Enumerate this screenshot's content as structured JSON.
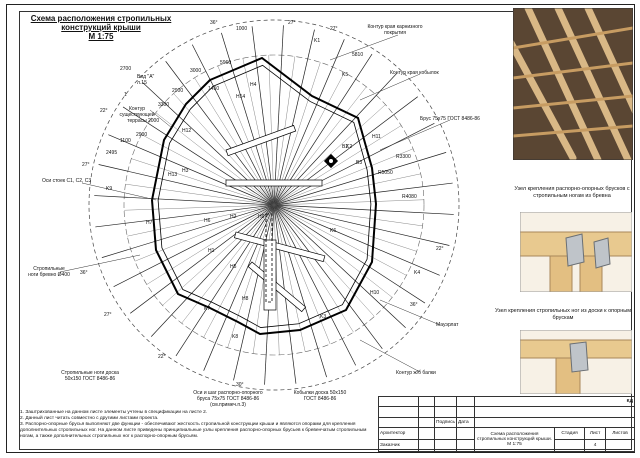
{
  "title": "Схема расположения стропильных конструкций крыши",
  "scale": "М 1:75",
  "callouts": {
    "view_a": "Вид \"А\"",
    "view_a_ref": "л.15",
    "roof_edge": "Контур края карнизного покрытия",
    "ridge_contour": "Контур края кобылок",
    "terrace_contour": "Контур существующей террасы",
    "beam": "Брус 75x75 ГОСТ 8486-86",
    "posts_axis": "Оси стоек С1, С2, С3",
    "rafter_legs": "Стропильные ноги бревно Ø400",
    "mauerlat": "Мауэрлат",
    "rafter_boards": "Стропильные ноги доска 50x150 ГОСТ 8486-86",
    "brace_axis": "Оси и шаг распорно-опорного бруса 75x75 ГОСТ 8486-86 (см.примеч.п.3)",
    "kobylki": "Кобылки доска 50x150 ГОСТ 8486-86",
    "beam_contour": "Контур ж/б балки",
    "r3300": "R3300",
    "r5050": "R5050",
    "r4080": "R4080"
  },
  "angles": [
    "36°",
    "22°",
    "27°",
    "36°",
    "27°",
    "22°",
    "30°",
    "36°",
    "22°",
    "27°",
    "27°"
  ],
  "dims": [
    "1000",
    "2700",
    "3000",
    "2900",
    "3300",
    "2000",
    "2900",
    "5960",
    "1100",
    "2495",
    "5810",
    "1450"
  ],
  "marks": [
    "K1",
    "K2",
    "K3",
    "K4",
    "K5",
    "K6",
    "K7",
    "K8",
    "K9",
    "H1",
    "H2",
    "H3",
    "H4",
    "H5",
    "H6",
    "H7",
    "H8",
    "H9",
    "H10",
    "H11",
    "H12",
    "H13",
    "H14",
    "B2",
    "B3",
    "1"
  ],
  "right": {
    "node1_caption": "Узел крепления распорно-опорных брусков с стропильным ногам из бревна",
    "node2_caption": "Узел крепления стропильных ног из доски к опорным брускам"
  },
  "notes": [
    "1. Заштрихованные на данном листе элементы учтены в спецификации на листе 2.",
    "2. Данный лист читать совместно с другими листами проекта.",
    "3. Распорно-опорные брусья выполняют две функции - обеспечивают жесткость стропильной конструкции крыши и являются опорами для крепления дополнительных стропильных ног. На данном листе приведены принципиальные узлы крепления распорно-опорных брусьев к бревенчатым стропильным ногам, а также дополнительных стропильных ног к распорно-опорным брусьям."
  ],
  "stamp": {
    "code": "КД",
    "h1": "Подпись",
    "h2": "Дата",
    "r1": "Архитектор",
    "r2": "Заказчик",
    "sheet_title": "Схема расположения стропильных конструкций крыши. М 1:75",
    "stage_h": "Стадия",
    "sheet_h": "Лист",
    "sheets_h": "Листов",
    "sheet_no": "4"
  }
}
